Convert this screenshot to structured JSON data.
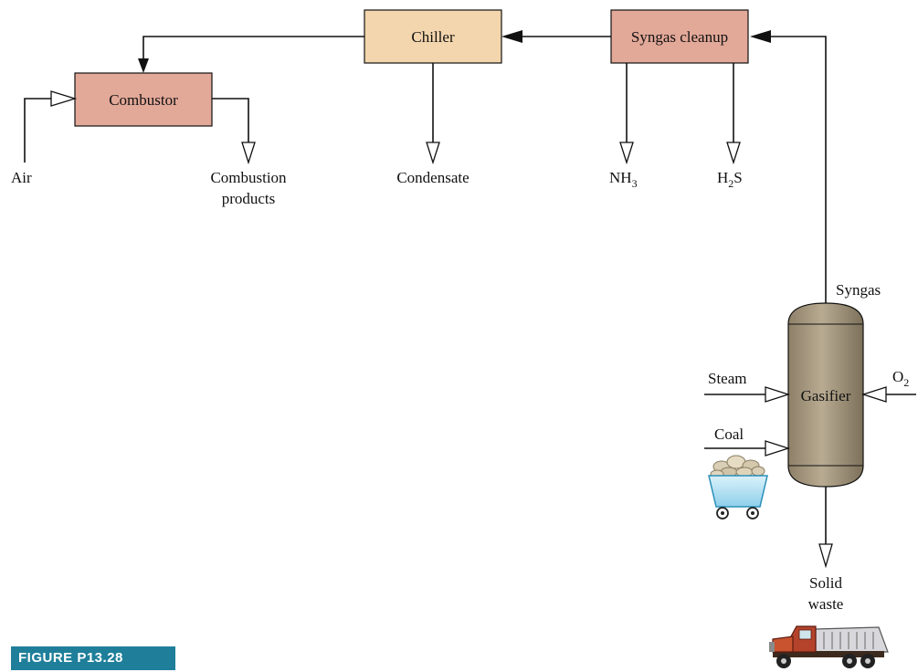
{
  "units": {
    "combustor": "Combustor",
    "chiller": "Chiller",
    "syngas_cleanup": "Syngas cleanup",
    "gasifier": "Gasifier"
  },
  "streams": {
    "air": "Air",
    "combustion_line1": "Combustion",
    "combustion_line2": "products",
    "condensate": "Condensate",
    "nh3_main": "NH",
    "nh3_sub": "3",
    "h2s_main": "H",
    "h2s_sub": "2",
    "h2s_tail": "S",
    "syngas": "Syngas",
    "steam": "Steam",
    "coal": "Coal",
    "o2_main": "O",
    "o2_sub": "2",
    "solid_line1": "Solid",
    "solid_line2": "waste"
  },
  "figure_label": "FIGURE P13.28",
  "colors": {
    "combustor_fill": "#e2a898",
    "chiller_fill": "#f3d6ad",
    "cleanup_fill": "#e2a898",
    "gasifier_fill": "#a89a80",
    "line": "#111111",
    "figure_label_bg": "#1f7f9a"
  },
  "icons": {
    "coal_cart": "coal-cart-icon",
    "dump_truck": "dump-truck-icon"
  }
}
